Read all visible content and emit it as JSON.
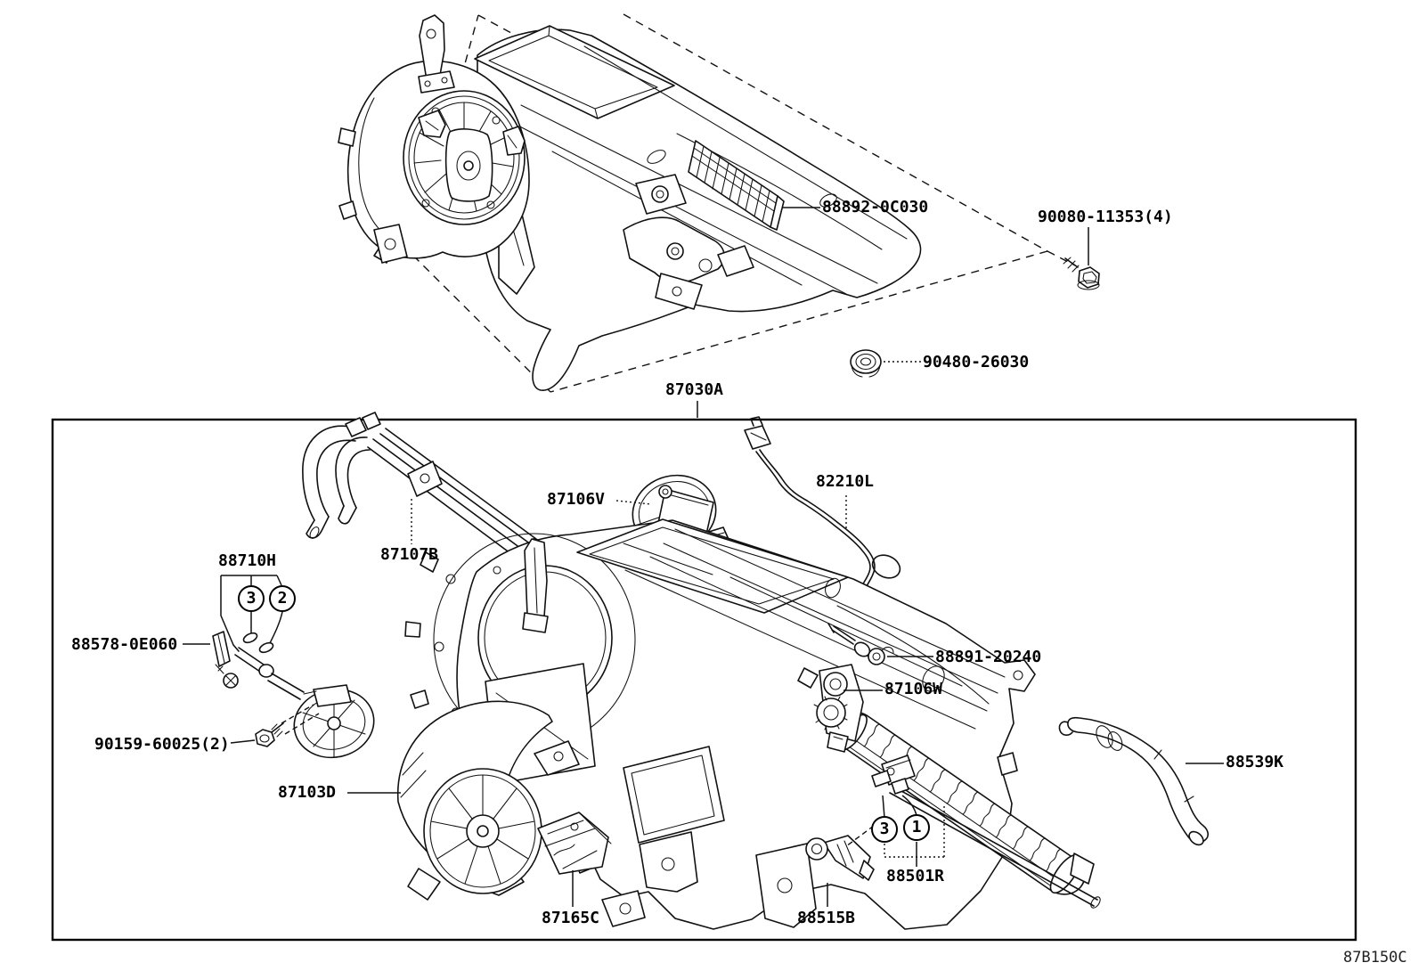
{
  "diagram": {
    "sheet_code": "87B150C",
    "main_assembly_part_number": "87030A",
    "labels": {
      "l88892": "88892-0C030",
      "l90080": "90080-11353(4)",
      "l90480": "90480-26030",
      "l87030a": "87030A",
      "l87106v": "87106V",
      "l82210l": "82210L",
      "l87107b": "87107B",
      "l88710h": "88710H",
      "l88578": "88578-0E060",
      "l90159": "90159-60025(2)",
      "l87103d": "87103D",
      "l87165c": "87165C",
      "l88515b": "88515B",
      "l88501r": "88501R",
      "l87106w": "87106W",
      "l88891": "88891-20240",
      "l88539k": "88539K"
    },
    "callouts": [
      {
        "number": "3",
        "group": "88710H"
      },
      {
        "number": "2",
        "group": "88710H"
      },
      {
        "number": "3",
        "group": "88501R"
      },
      {
        "number": "1",
        "group": "88501R"
      }
    ]
  }
}
